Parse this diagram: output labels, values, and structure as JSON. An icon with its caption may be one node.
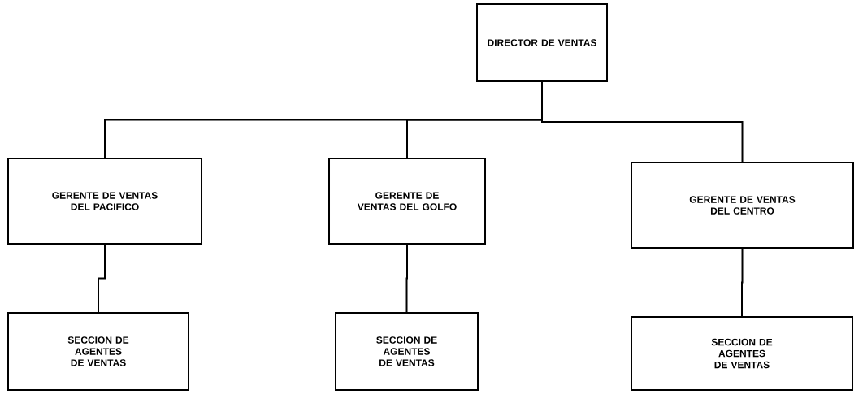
{
  "diagram": {
    "nodes": [
      {
        "text": [
          "DIRECTOR DE VENTAS"
        ]
      },
      {
        "text": [
          "GERENTE DE VENTAS DEL PACIFICO"
        ]
      },
      {
        "text": [
          "GERENTE DE VENTAS DEL GOLFO"
        ]
      },
      {
        "text": [
          "GERENTE DE VENTAS DEL CENTRO"
        ]
      },
      {
        "text": [
          "SECCION DE AGENTES DE VENTAS"
        ]
      },
      {
        "text": [
          "SECCION DE AGENTES DE VENTAS"
        ]
      },
      {
        "text": [
          "SECCION DE AGENTES DE VENTAS"
        ]
      }
    ],
    "edges": [
      {
        "from": 0,
        "to": 1,
        "arrow": "none"
      },
      {
        "from": 0,
        "to": 2,
        "arrow": "none"
      },
      {
        "from": 0,
        "to": 3,
        "arrow": "none"
      },
      {
        "from": 1,
        "to": 4,
        "arrow": "none"
      },
      {
        "from": 2,
        "to": 5,
        "arrow": "none"
      },
      {
        "from": 3,
        "to": 6,
        "arrow": "none"
      }
    ]
  }
}
